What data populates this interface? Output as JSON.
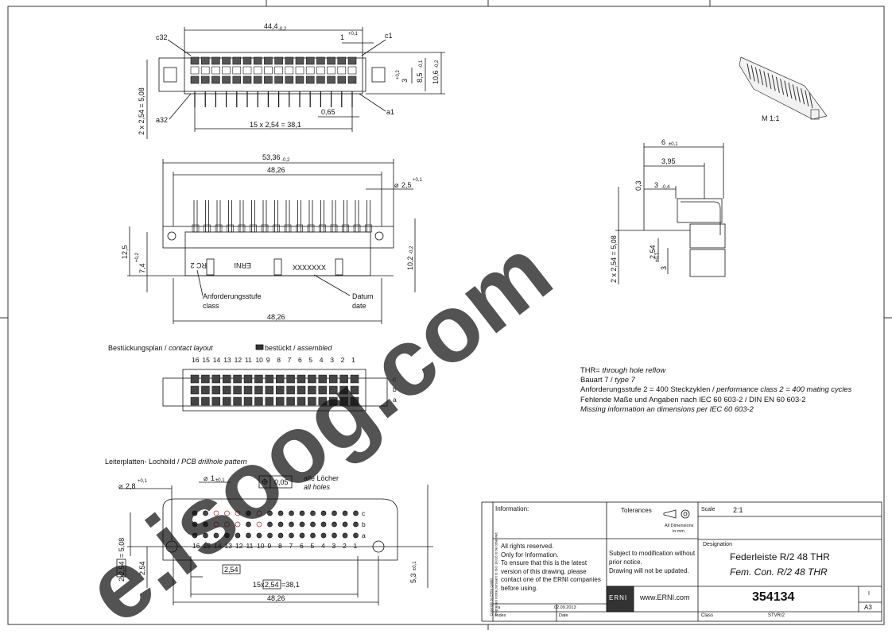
{
  "top_view": {
    "overall_width": "44,4",
    "overall_width_tol": "-0,2",
    "offset": "1",
    "offset_tol": "+0,1",
    "row_c32": "c32",
    "row_c1": "c1",
    "row_a32": "a32",
    "row_a1": "a1",
    "pin_pitch_total": "15 x 2,54 = 38,1",
    "pin_width": "0,65",
    "row_pitch": "2 x 2,54 = 5,08",
    "height_small": "3",
    "height_small_tol": "+0,2",
    "height_mid": "8,5",
    "height_mid_tol": "-0,1",
    "height_full": "10,6",
    "height_full_tol": "-0,2"
  },
  "side_view": {
    "width_total": "53,36",
    "width_total_tol": "-0,2",
    "width_inner": "48,26",
    "hole_dia": "2,5",
    "hole_dia_tol": "+0,1",
    "height_total": "12,5",
    "height_low": "7,4",
    "height_low_tol": "+0,2",
    "height_right": "10,2",
    "height_right_tol": "-0,2",
    "marking_class": "RC 2",
    "marking_brand": "ERNI",
    "marking_date": "XXXXXXX",
    "class_label_de": "Anforderungsstufe",
    "class_label_en": "class",
    "date_label_de": "Datum",
    "date_label_en": "date",
    "width_bottom": "48,26"
  },
  "iso_view": {
    "scale_label": "M 1:1"
  },
  "profile_view": {
    "dim_6": "6",
    "dim_6_tol": "±0,1",
    "dim_395": "3,95",
    "dim_3": "3",
    "dim_3_tol": "-0,4",
    "dim_03": "0,3",
    "dim_254": "2,54",
    "dim_3b": "3",
    "dim_3b_tol": "+0,1",
    "row_pitch": "2 x 2,54 = 5,08"
  },
  "contact_layout": {
    "title_de": "Bestückungsplan / ",
    "title_en": "contact layout",
    "legend_de": "bestückt / ",
    "legend_en": "assembled",
    "columns": [
      "16",
      "15",
      "14",
      "13",
      "12",
      "11",
      "10",
      "9",
      "8",
      "7",
      "6",
      "5",
      "4",
      "3",
      "2",
      "1"
    ],
    "rows": [
      "c",
      "b",
      "a"
    ]
  },
  "notes": {
    "thr_key": "THR=",
    "thr_value": "through hole reflow",
    "type_de": "Bauart 7 / ",
    "type_en": "type 7",
    "class_de": "Anforderungsstufe 2 = 400 Steckzyklen / ",
    "class_en": "performance class 2 = 400 mating cycles",
    "missing_de": "Fehlende Maße und Angaben nach IEC 60 603-2 / DIN EN 60 603-2",
    "missing_en": "Missing information an dimensions per IEC 60 603-2"
  },
  "pcb_layout": {
    "title_de": "Leiterplatten- Lochbild / ",
    "title_en": "PCB drillhole pattern",
    "hole_big": "2,8",
    "hole_big_tol": "+0,1",
    "hole_small": "1",
    "hole_small_tol": "±0,1",
    "position_tol": "0,05",
    "all_holes_de": "alle Löcher",
    "all_holes_en": "all holes",
    "row_pitch": "2,54",
    "row_pitch_total": "2x",
    "row_pitch_total_sum": "= 5,08",
    "column_pitch": "2,54",
    "span_prefix": "15x",
    "span_box": "2,54",
    "span_sum": "=38,1",
    "width_total": "48,26",
    "offset_right": "5,3",
    "offset_right_tol": "±0,1",
    "columns": [
      "16",
      "15",
      "14",
      "13",
      "12",
      "11",
      "10",
      "9",
      "8",
      "7",
      "6",
      "5",
      "4",
      "3",
      "2",
      "1"
    ],
    "rows": [
      "c",
      "b",
      "a"
    ]
  },
  "title_block": {
    "information_label": "Information:",
    "tolerances_label": "Tolerances",
    "all_dimensions": "All Dimensions",
    "in_mm": "in mm",
    "scale_label": "Scale",
    "scale_value": "2:1",
    "designation_label": "Designation",
    "designation_de": "Federleiste R/2 48 THR",
    "designation_en": "Fem. Con. R/2 48 THR",
    "rights": [
      "All rights reserved.",
      "Only for Information.",
      "To ensure that this is the latest",
      "version of this drawing, please",
      "contact one of the ERNI companies",
      "before using."
    ],
    "subject": [
      "Subject to modification without",
      "prior notice.",
      "Drawing will not be updated."
    ],
    "logo": "ERNI",
    "website": "www.ERNI.com",
    "part_number": "354134",
    "sheet_number": "I",
    "sheet_size": "A3",
    "index_label": "Index",
    "index_value": "a",
    "date_label": "Date",
    "date_value": "02.09.2013",
    "class_label": "Class",
    "class_value": "STVR/2",
    "copyright": [
      "Copyright by ERNI GmbH",
      "Proprietary notice pursuant to ISO 16016 to be observed."
    ]
  },
  "watermark": {
    "text": "e.isoog.com",
    "color": "#c8102e"
  }
}
